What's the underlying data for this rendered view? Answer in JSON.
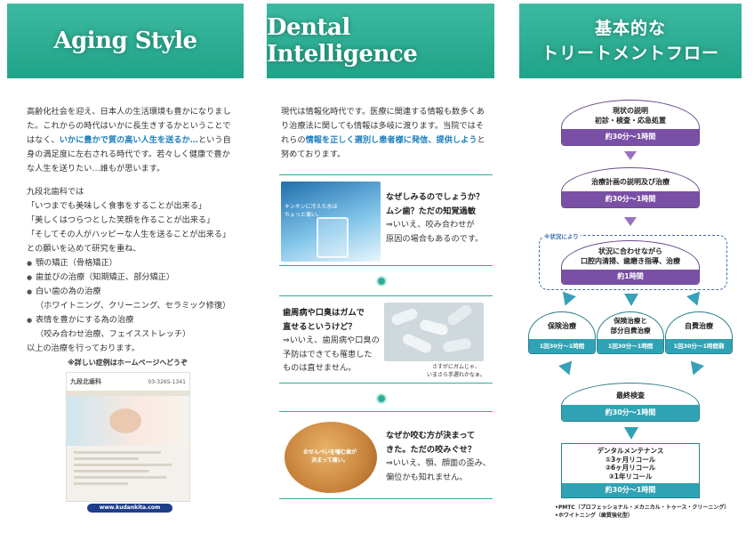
{
  "colors": {
    "teal": "#2bae95",
    "purple": "#7a4fa6",
    "blue_accent": "#1f7fbd",
    "flow_teal": "#2fa3b5"
  },
  "panel1": {
    "title": "Aging Style",
    "intro": [
      "高齢化社会を迎え、日本人の生活環境も豊かになりまし",
      "た。これからの時代はいかに長生きするかということで",
      "はなく、",
      "いかに豊かで質の高い人生を送るか…",
      "という自",
      "身の満足度に左右される時代です。若々しく健康で豊か",
      "な人生を送りたい…誰もが思います。"
    ],
    "wishes_lead": "九段北歯科では",
    "wishes": [
      "「いつまでも美味しく食事をすることが出来る」",
      "「美しくはつらつとした笑顔を作ることが出来る」",
      "「そしてその人がハッピーな人生を送ることが出来る」",
      "との願いを込めて研究を重ね、"
    ],
    "items": [
      {
        "label": "顎の矯正（骨格矯正）",
        "sub": ""
      },
      {
        "label": "歯並びの治療（知期矯正、部分矯正）",
        "sub": ""
      },
      {
        "label": "白い歯の為の治療",
        "sub": "（ホワイトニング、クリーニング、セラミック修復）"
      },
      {
        "label": "表情を豊かにする為の治療",
        "sub": "（咬み合わせ治療、フェイスストレッチ）"
      }
    ],
    "closing": "以上の治療を行っております。",
    "homepage_note": "※詳しい症例はホームページへどうぞ",
    "web_clinic": "九段北歯科",
    "web_phone": "03-3265-1341",
    "url": "www.kudankita.com"
  },
  "panel2": {
    "title": "Dental Intelligence",
    "intro": [
      "現代は情報化時代です。医療に関連する情報も数多くあ",
      "り治療法に関しても情報は多岐に渡ります。当院ではそ",
      "れらの",
      "情報を正しく選別し患者様に発信、提供しよう",
      "と",
      "努めております。"
    ],
    "box1": {
      "caption": [
        "キンキンに冷えた水は",
        "ちょっと痛い。"
      ],
      "q": [
        "なぜしみるのでしょうか？",
        "ムシ歯？ただの知覚過敏"
      ],
      "a": [
        "⇒いいえ、咬み合わせが",
        "原因の場合もあるのです。"
      ]
    },
    "box2": {
      "q": [
        "歯周病や口臭はガムで",
        "直せるというけど？"
      ],
      "a": [
        "⇒いいえ、歯周病や口臭の",
        "予防はできても罹患した",
        "ものは直せません。"
      ],
      "caption": [
        "さすがにガムじゃ、",
        "いまさら手遅れかなぁ。"
      ]
    },
    "box3": {
      "caption": [
        "おせんべいを噛む歯が",
        "決まって痛い。"
      ],
      "q": [
        "なぜか咬む方が決まって",
        "きた。ただの咬みぐせ？"
      ],
      "a": [
        "⇒いいえ、顎、顔面の歪み、",
        "偏位かも知れません。"
      ]
    }
  },
  "panel3": {
    "title_line1": "基本的な",
    "title_line2": "トリートメントフロー",
    "step1": {
      "top": [
        "現状の説明",
        "初診・検査・応急処置"
      ],
      "time": "約30分〜1時間"
    },
    "step2": {
      "top": [
        "治療計画の説明及び治療"
      ],
      "time": "約30分〜1時間"
    },
    "situation_label": "※状況により",
    "step3": {
      "top": [
        "状況に合わせながら",
        "口腔内清掃、歯磨き指導、治療"
      ],
      "time": "約1時間"
    },
    "options": [
      {
        "top": [
          "保険治療"
        ],
        "time": "1回30分〜1時間"
      },
      {
        "top": [
          "保険治療と",
          "部分自費治療"
        ],
        "time": "1回30分〜1時間"
      },
      {
        "top": [
          "自費治療"
        ],
        "time": "1回30分〜1時間弱"
      }
    ],
    "step5": {
      "top": [
        "最終検査"
      ],
      "time": "約30分〜1時間"
    },
    "step6": {
      "top": [
        "デンタルメンテナンス",
        "①3ヶ月リコール",
        "②6ヶ月リコール",
        "③1年リコール"
      ],
      "time": "約30分〜1時間"
    },
    "notes": [
      "•PMTC（プロフェッショナル・メカニカル・トゥース・クリーニング）",
      "•ホワイトニング（歯質強化型）"
    ]
  }
}
